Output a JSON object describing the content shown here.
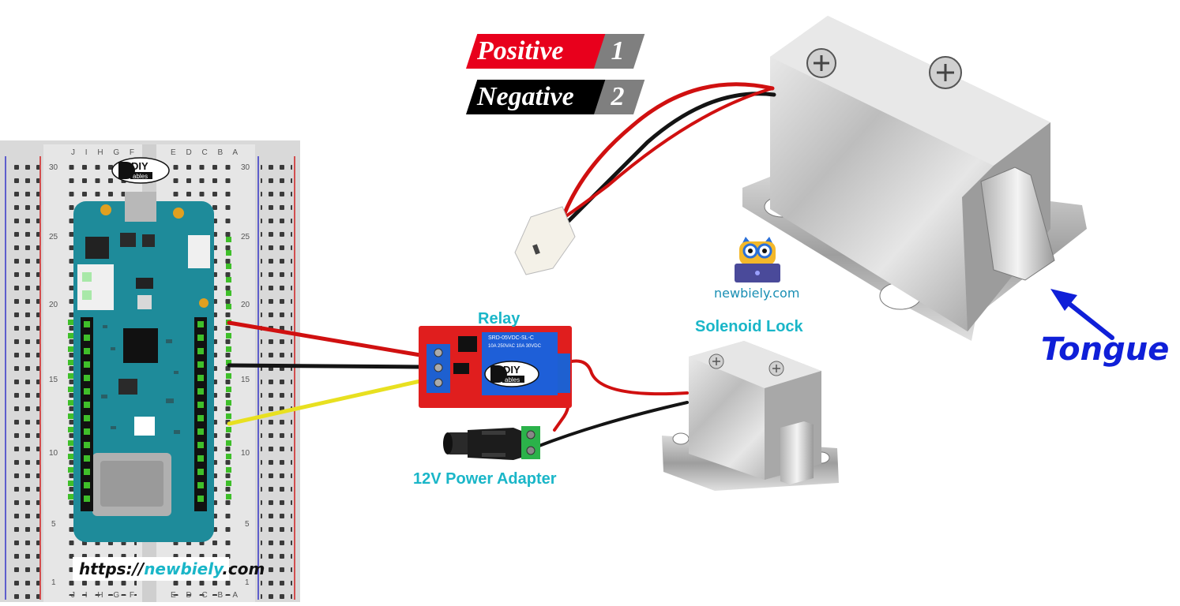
{
  "legend": {
    "positive": {
      "label": "Positive",
      "number": "1",
      "color": "#e8001c"
    },
    "negative": {
      "label": "Negative",
      "number": "2",
      "color": "#000000"
    }
  },
  "components": {
    "relay": "Relay",
    "solenoid_lock": "Solenoid Lock",
    "power_adapter": "12V Power Adapter",
    "tongue": "Tongue"
  },
  "branding": {
    "site": "newbiely.com",
    "url_prefix": "https://",
    "url_brand": "newbiely",
    "url_suffix": ".com",
    "diy_logo": "DIY ables"
  },
  "breadboard": {
    "row_numbers": [
      "30",
      "25",
      "20",
      "15",
      "10",
      "5",
      "1"
    ],
    "column_letters_left": "J I H G F",
    "column_letters_right": "E D C B A"
  },
  "relay_module": {
    "model_text": "SRD-05VDC-SL-C",
    "rating_text": "10A 250VAC 10A 30VDC"
  },
  "colors": {
    "wire_red": "#d01010",
    "wire_black": "#141414",
    "wire_yellow": "#e8e020",
    "board_teal": "#1e8b9a",
    "relay_red": "#e01e1e",
    "label_teal": "#1ab6c8",
    "arrow_blue": "#0f1fd8"
  }
}
